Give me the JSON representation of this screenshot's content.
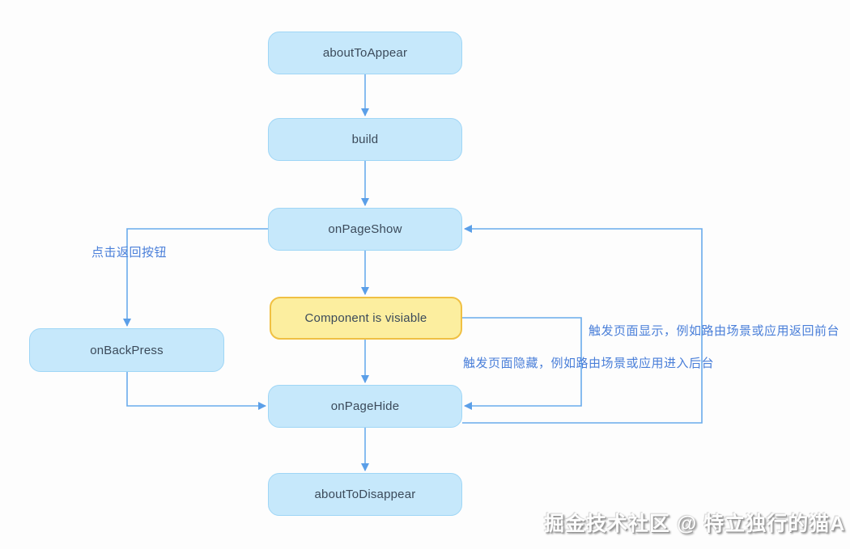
{
  "diagram": {
    "nodes": [
      {
        "id": "aboutToAppear",
        "label": "aboutToAppear"
      },
      {
        "id": "build",
        "label": "build"
      },
      {
        "id": "onPageShow",
        "label": "onPageShow"
      },
      {
        "id": "component",
        "label": "Component is visiable"
      },
      {
        "id": "onPageHide",
        "label": "onPageHide"
      },
      {
        "id": "aboutToDisappear",
        "label": "aboutToDisappear"
      },
      {
        "id": "onBackPress",
        "label": "onBackPress"
      }
    ],
    "edges": [
      {
        "from": "aboutToAppear",
        "to": "build"
      },
      {
        "from": "build",
        "to": "onPageShow"
      },
      {
        "from": "onPageShow",
        "to": "component"
      },
      {
        "from": "component",
        "to": "onPageHide"
      },
      {
        "from": "onPageHide",
        "to": "aboutToDisappear"
      },
      {
        "from": "onPageShow",
        "to": "onBackPress",
        "label": "点击返回按钮"
      },
      {
        "from": "onBackPress",
        "to": "onPageHide"
      },
      {
        "from": "component",
        "to": "onPageHide",
        "label": "触发页面隐藏，例如路由场景或应用进入后台"
      },
      {
        "from": "onPageHide",
        "to": "onPageShow",
        "label": "触发页面显示，例如路由场景或应用返回前台"
      }
    ],
    "edge_labels": {
      "back": "点击返回按钮",
      "hide": "触发页面隐藏，例如路由场景或应用进入后台",
      "show": "触发页面显示，例如路由场景或应用返回前台"
    },
    "watermark": "掘金技术社区 @ 特立独行的猫A",
    "colors": {
      "node_fill": "#c6e8fb",
      "node_border": "#9fd6f6",
      "highlight_fill": "#fcee9f",
      "highlight_border": "#f0c043",
      "node_text": "#3b4a5a",
      "line": "#6aabec",
      "arrowhead": "#5b9fe8",
      "edge_label_text": "#4a7fd9",
      "background": "#fdfdfd"
    }
  }
}
